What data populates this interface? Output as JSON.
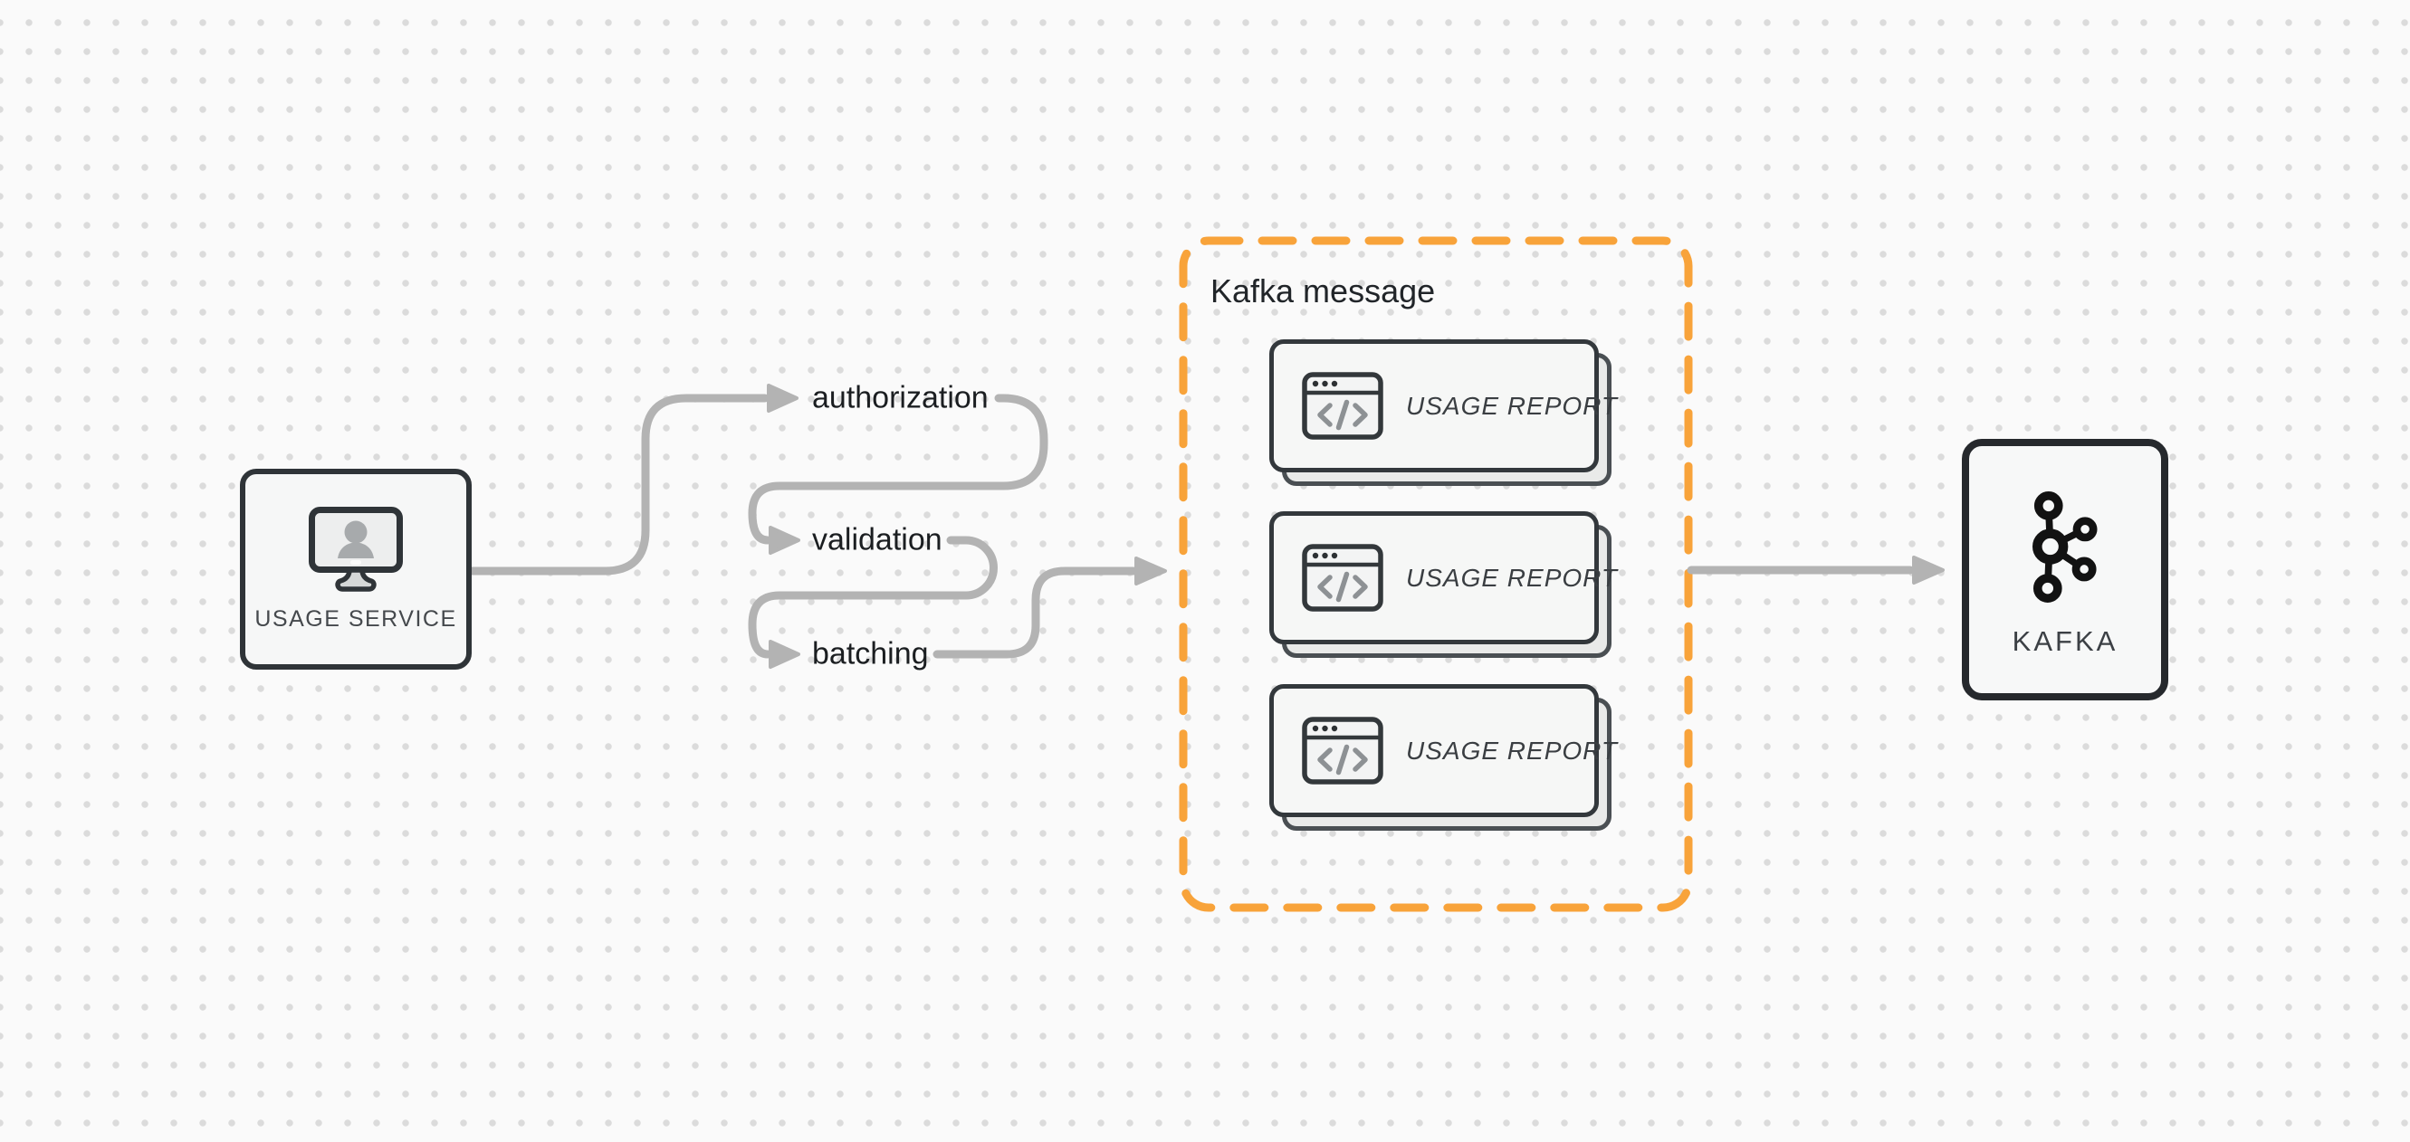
{
  "usage_service": {
    "label": "USAGE SERVICE",
    "icon": "monitor-user-icon"
  },
  "steps": [
    {
      "label": "authorization"
    },
    {
      "label": "validation"
    },
    {
      "label": "batching"
    }
  ],
  "kafka_message": {
    "title": "Kafka message",
    "cards": [
      {
        "label": "USAGE REPORT",
        "icon": "code-window-icon"
      },
      {
        "label": "USAGE REPORT",
        "icon": "code-window-icon"
      },
      {
        "label": "USAGE REPORT",
        "icon": "code-window-icon"
      }
    ]
  },
  "kafka": {
    "label": "KAFKA",
    "icon": "kafka-logo-icon"
  },
  "colors": {
    "accent_orange": "#f8a33a",
    "arrow_gray": "#b3b3b3",
    "node_border_dark": "#2f3438",
    "text_primary": "#1b1e21",
    "text_secondary": "#45494d",
    "canvas_bg": "#fafafa",
    "grid_dot": "#dbdbdb"
  }
}
